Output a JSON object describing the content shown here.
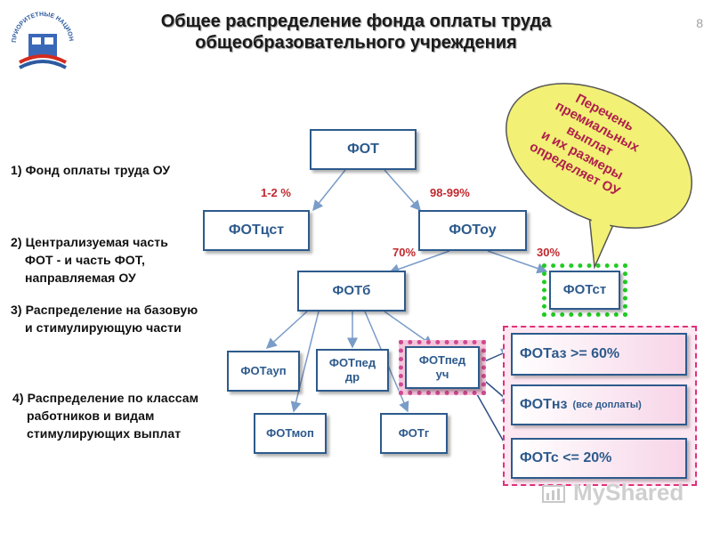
{
  "header": {
    "title_line1": "Общее распределение фонда оплаты труда",
    "title_line2": "общеобразовательного учреждения",
    "page_number": "8"
  },
  "notes": {
    "n1": "1) Фонд оплаты труда ОУ",
    "n2": "2) Централизуемая часть\n    ФОТ - и часть ФОТ,\n    направляемая ОУ",
    "n3": "3) Распределение на базовую\n    и стимулирующую части",
    "n4": "4) Распределение по классам\n    работников и видам\n    стимулирующих выплат"
  },
  "callout": {
    "text": "Перечень\nпремиальных\nвыплат\nи их размеры\nопределяет ОУ"
  },
  "nodes": {
    "fot": "ФОТ",
    "fotcst": "ФОТцст",
    "fotou": "ФОТоу",
    "fotb": "ФОТб",
    "fotst": "ФОТст",
    "fotaup": "ФОТауп",
    "fotpeddr": "ФОТпед\nдр",
    "fotpeduch": "ФОТпед\nуч",
    "fotmop": "ФОТмоп",
    "fotg": "ФОТг"
  },
  "percentages": {
    "p1": "1-2 %",
    "p2": "98-99%",
    "p3": "70%",
    "p4": "30%"
  },
  "pink_boxes": {
    "az": "ФОТаз >= 60%",
    "nz": "ФОТнз",
    "nz_note": "(все доплаты)",
    "c": "ФОТс <= 20%"
  },
  "logo": {
    "arc_text": "ПРИОРИТЕТНЫЕ НАЦИОНАЛЬНЫЕ ПРОЕКТЫ"
  },
  "watermark": {
    "text": "MyShared"
  },
  "colors": {
    "box_border": "#2d5a8c",
    "percent": "#c0282e",
    "callout_fill": "#f2f075",
    "callout_text": "#b0204d",
    "green_dots": "#22cc22",
    "pink_dash": "#e0307a"
  }
}
